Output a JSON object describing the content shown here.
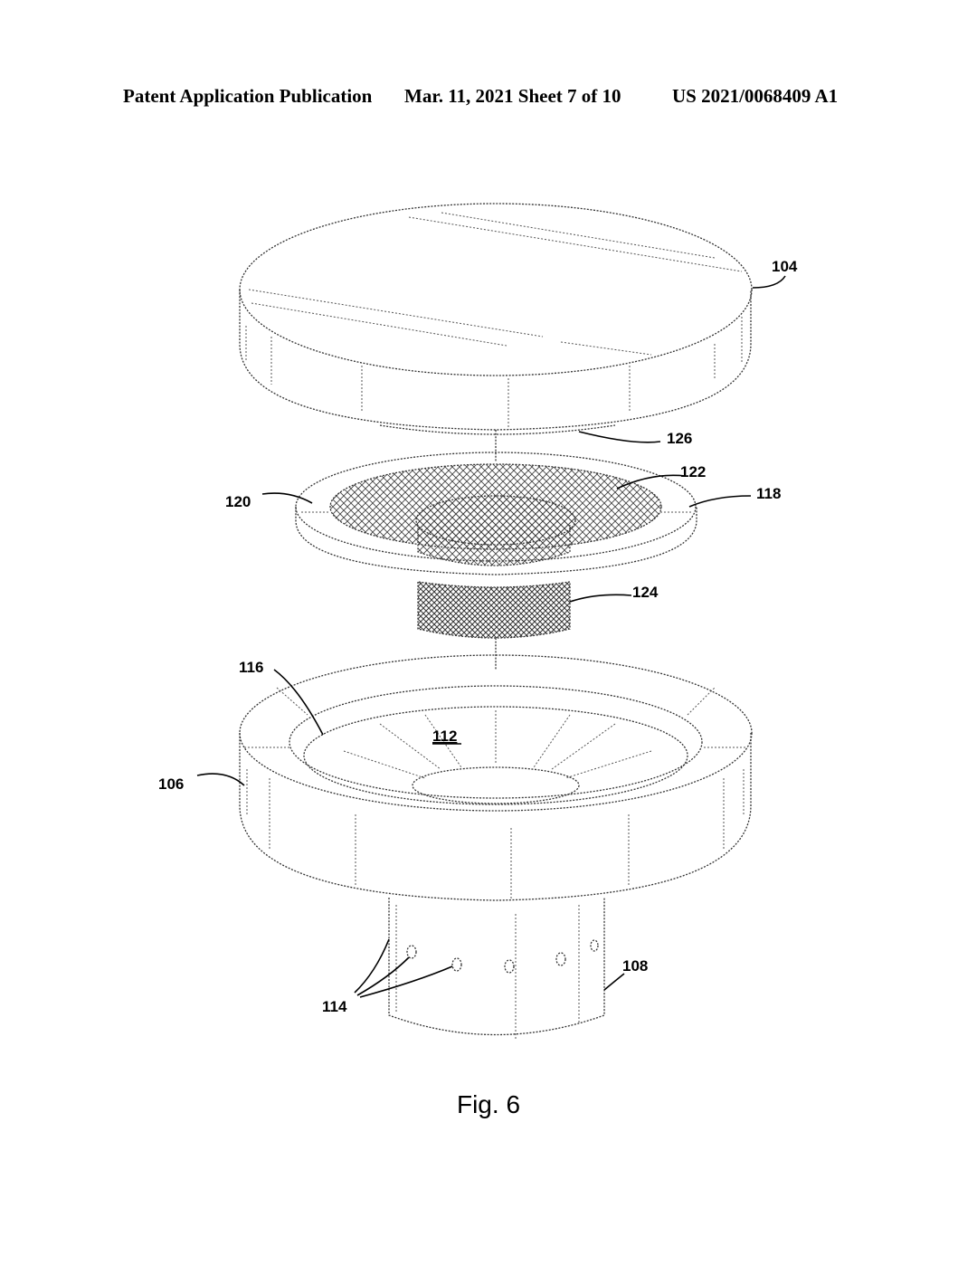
{
  "header": {
    "left": "Patent Application Publication",
    "middle": "Mar. 11, 2021  Sheet 7 of 10",
    "right": "US 2021/0068409 A1"
  },
  "figure": {
    "caption": "Fig. 6",
    "labels": {
      "l104": "104",
      "l126": "126",
      "l122": "122",
      "l120": "120",
      "l118": "118",
      "l124": "124",
      "l116": "116",
      "l112": "112",
      "l106": "106",
      "l108": "108",
      "l114": "114"
    }
  }
}
